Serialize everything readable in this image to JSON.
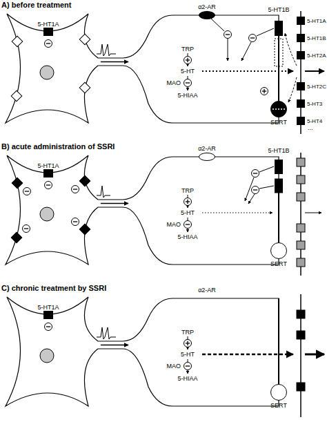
{
  "diagram": {
    "nodes": [
      {
        "text": [
          "5-HT1A"
        ]
      },
      {
        "text": [
          "α2-AR"
        ]
      },
      {
        "text": [
          "5-HT1B"
        ]
      },
      {
        "text": [
          "SERT"
        ]
      },
      {
        "text": [
          "5-HT1A"
        ]
      },
      {
        "text": [
          "5-HT1B"
        ]
      },
      {
        "text": [
          "5-HT2A"
        ]
      },
      {
        "text": [
          "5-HT2C"
        ]
      },
      {
        "text": [
          "5-HT3"
        ]
      },
      {
        "text": [
          "5-HT4"
        ]
      },
      {
        "text": [
          "5-HT1A"
        ]
      },
      {
        "text": [
          "α2-AR"
        ]
      },
      {
        "text": [
          "5-HT1B"
        ]
      },
      {
        "text": [
          "SERT"
        ]
      },
      {
        "text": [
          "5-HT1A"
        ]
      },
      {
        "text": [
          "SERT"
        ]
      }
    ],
    "edges": [
      {
        "from": 2,
        "to": 3,
        "arrow": "none"
      },
      {
        "from": 12,
        "to": 13,
        "arrow": "none"
      }
    ],
    "labels": [
      "A) before treatment",
      "TRP",
      "5-HT",
      "MAO",
      "5-HIAA",
      "...",
      "B) acute administration of SSRI",
      "TRP",
      "5-HT",
      "MAO",
      "5-HIAA",
      "C) chronic treatment by SSRI",
      "α2-AR",
      "TRP",
      "5-HT",
      "MAO",
      "5-HIAA"
    ]
  }
}
